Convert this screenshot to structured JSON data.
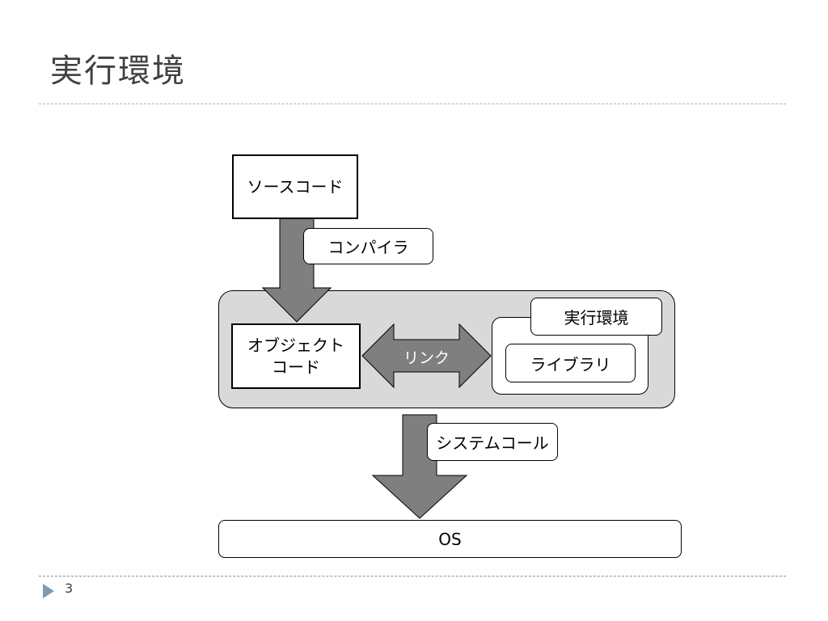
{
  "slide": {
    "title": "実行環境",
    "page_number": "3"
  },
  "diagram": {
    "source_code": "ソースコード",
    "compiler": "コンパイラ",
    "object_code_line1": "オブジェクト",
    "object_code_line2": "コード",
    "link": "リンク",
    "runtime_env": "実行環境",
    "library": "ライブラリ",
    "system_call": "システムコール",
    "os": "OS"
  },
  "colors": {
    "arrow_fill": "#7f7f7f",
    "container_fill": "#d9d9d9",
    "title_color": "#404040",
    "marker_color": "#7e9bb8"
  }
}
